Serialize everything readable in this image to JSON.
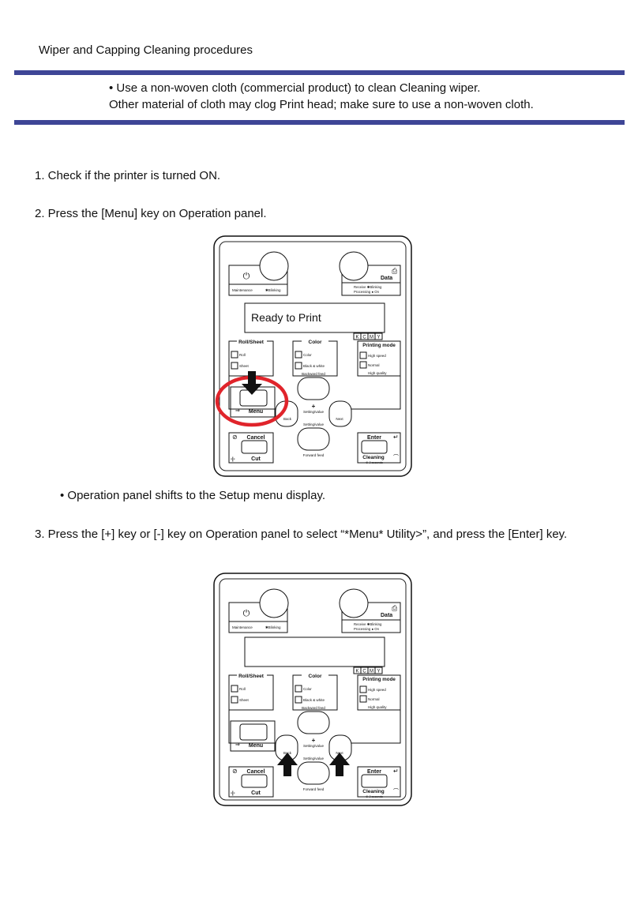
{
  "header": {
    "title": "Wiper and Capping Cleaning procedures"
  },
  "notice": {
    "line1": "• Use a non-woven cloth (commercial product) to clean Cleaning wiper.",
    "line2": "Other material of cloth may clog Print head; make sure to use a non-woven cloth."
  },
  "steps": {
    "s1": "1. Check if the printer is turned ON.",
    "s2": "2. Press the [Menu] key on Operation panel.",
    "s2_note": "• Operation panel shifts to the Setup menu display.",
    "s3": "3. Press the [+] key or [-] key on Operation panel to select “*Menu* Utility>”, and press the [Enter] key."
  },
  "panel": {
    "lcd_text_1": "Ready to Print",
    "lcd_text_2": "",
    "maintenance": "Maintenance",
    "blinking": "Blinking",
    "data": "Data",
    "receive": "Receive",
    "processing": "Processing",
    "on": "On",
    "roll_sheet": "Roll/Sheet",
    "roll": "Roll",
    "sheet": "Sheet",
    "color": "Color",
    "color_opt": "Color",
    "bw": "Black & white",
    "printing_mode": "Printing mode",
    "high_speed": "High speed",
    "normal": "Normal",
    "high_quality": "High quality",
    "kcmy": [
      "K",
      "C",
      "M",
      "Y"
    ],
    "backward_feed": "Backward feed",
    "forward_feed": "Forward feed",
    "menu": "Menu",
    "plus": "+",
    "setting_value": "Setting/value",
    "back": "Back",
    "next": "Next",
    "cancel": "Cancel",
    "cut": "Cut",
    "enter": "Enter",
    "cleaning": "Cleaning",
    "two_seconds": "2 seconds"
  },
  "colors": {
    "rule": "#3e4596",
    "highlight": "#e0242b"
  }
}
